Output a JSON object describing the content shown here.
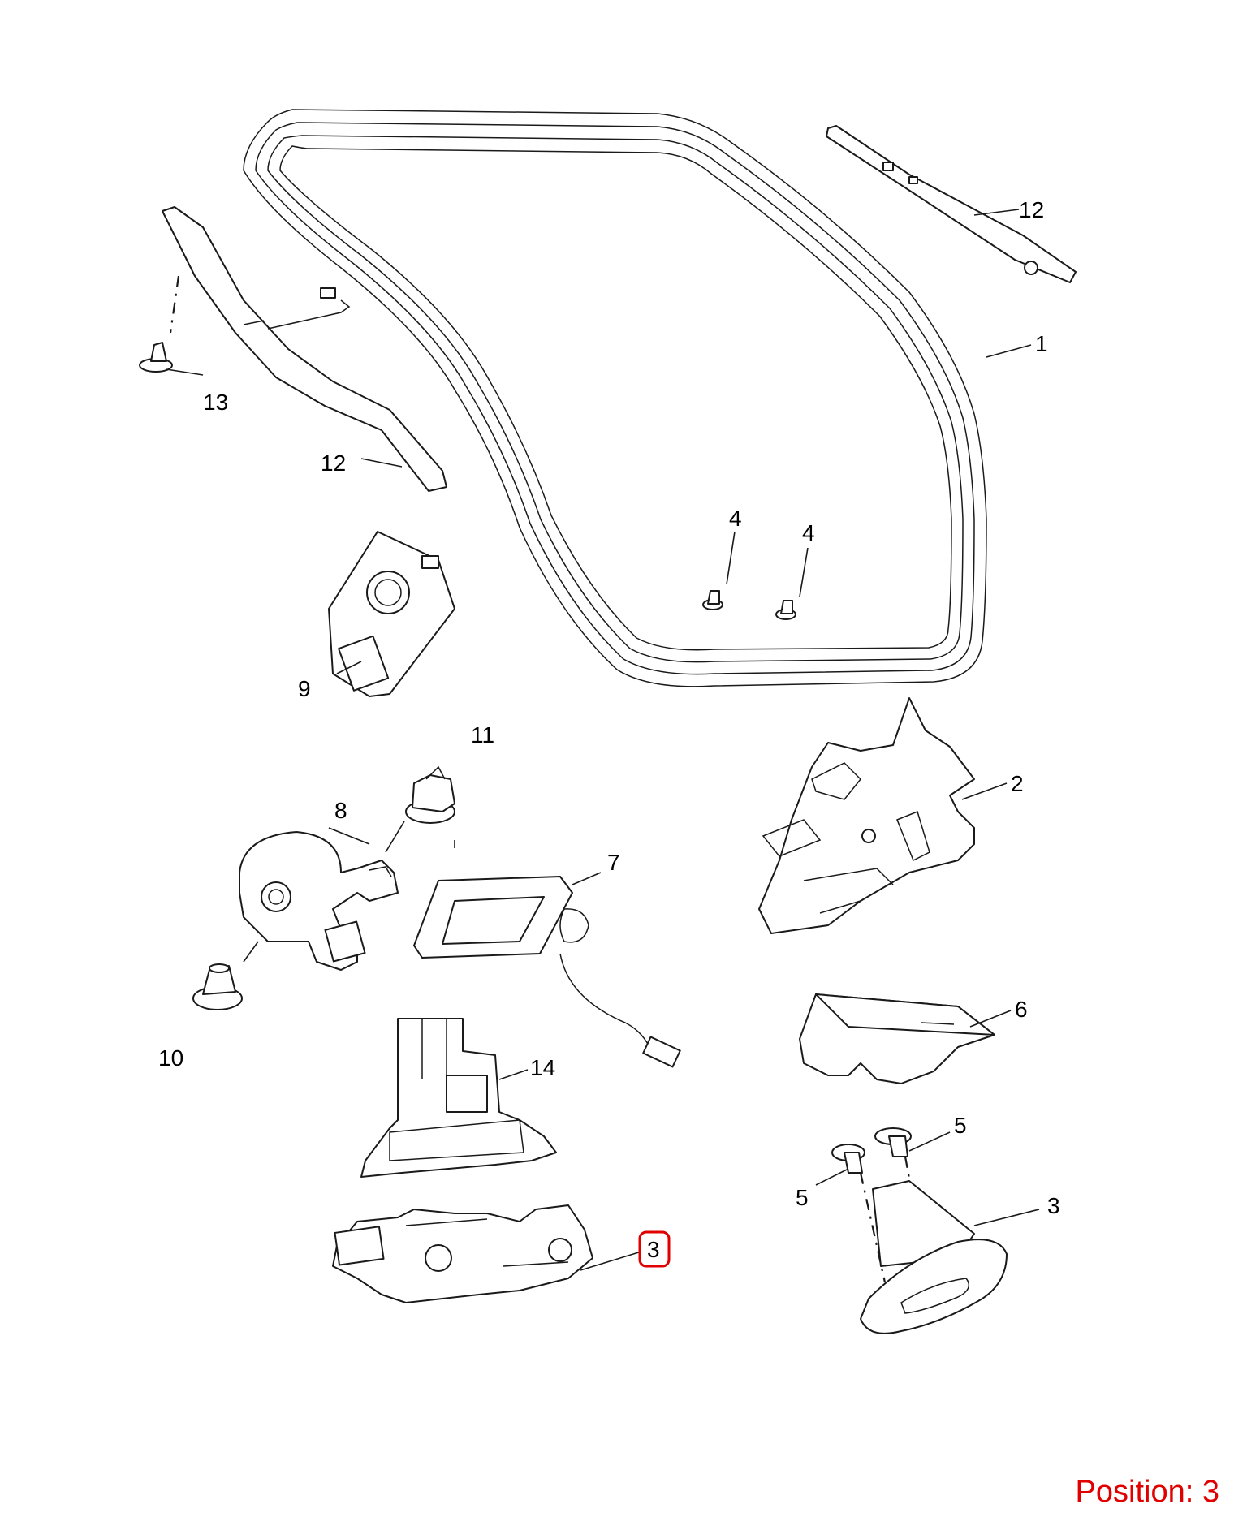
{
  "callouts": {
    "c1": "1",
    "c2": "2",
    "c3_latch": "3",
    "c3_selected": "3",
    "c4_left": "4",
    "c4_right": "4",
    "c5_upper": "5",
    "c5_lower": "5",
    "c6": "6",
    "c7": "7",
    "c8": "8",
    "c9": "9",
    "c10": "10",
    "c11": "11",
    "c12_top": "12",
    "c12_left": "12",
    "c13": "13",
    "c14": "14"
  },
  "position_label": "Position: 3",
  "colors": {
    "highlight": "#e00000",
    "line": "#1a1a1a"
  }
}
